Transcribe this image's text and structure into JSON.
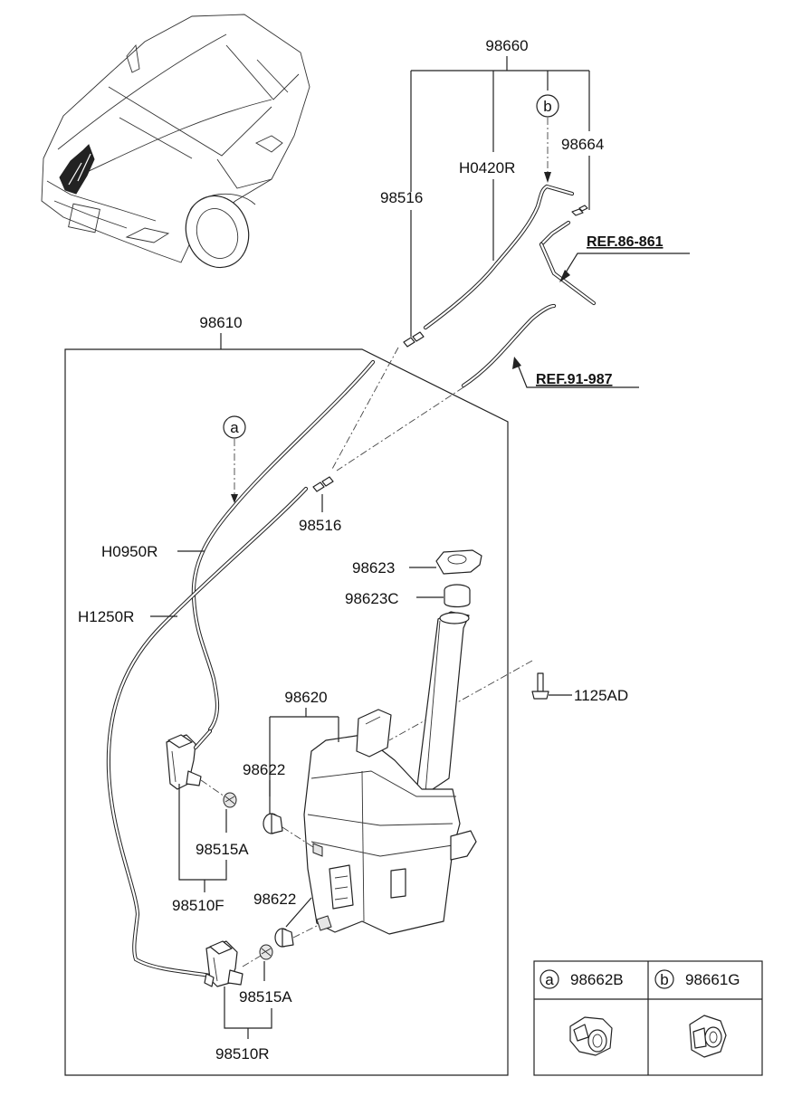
{
  "labels": {
    "p98660": "98660",
    "p98664": "98664",
    "h0420r": "H0420R",
    "p98516_top": "98516",
    "ref86": "REF.86-861",
    "p98610": "98610",
    "ref91": "REF.91-987",
    "p98516_mid": "98516",
    "h0950r": "H0950R",
    "h1250r": "H1250R",
    "p98623": "98623",
    "p98623c": "98623C",
    "p1125ad": "1125AD",
    "p98620": "98620",
    "p98622_a": "98622",
    "p98622_b": "98622",
    "p98515a_a": "98515A",
    "p98515a_b": "98515A",
    "p98510f": "98510F",
    "p98510r": "98510R"
  },
  "callouts": {
    "a": "a",
    "b": "b"
  },
  "legend": [
    {
      "letter": "a",
      "part": "98662B"
    },
    {
      "letter": "b",
      "part": "98661G"
    }
  ]
}
